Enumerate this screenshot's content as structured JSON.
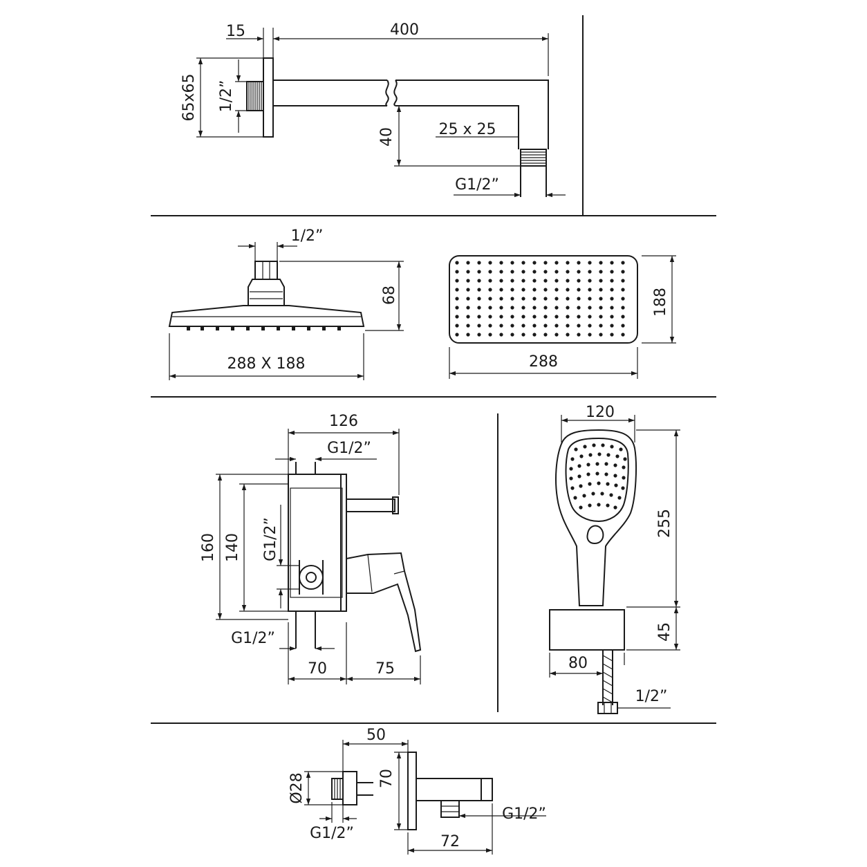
{
  "arm": {
    "flange_thickness": "15",
    "length": "400",
    "flange_size": "65x65",
    "inlet_thread": "1/2”",
    "drop": "40",
    "tube_section": "25 x 25",
    "outlet_thread": "G1/2”"
  },
  "head_side": {
    "connector_thread": "1/2”",
    "height": "68",
    "size": "288 X 188"
  },
  "head_top": {
    "depth": "188",
    "width": "288"
  },
  "mixer": {
    "width": "126",
    "top_thread": "G1/2”",
    "outer_height": "160",
    "inner_height": "140",
    "side_thread": "G1/2”",
    "bottom_thread": "G1/2”",
    "body_depth": "70",
    "lever_reach": "75"
  },
  "handshower": {
    "width": "120",
    "length": "255",
    "holder_height": "45",
    "holder_depth": "80",
    "hose_thread": "1/2”"
  },
  "outlet": {
    "projection": "50",
    "diameter": "Ø28",
    "thread_left": "G1/2”",
    "plate_height": "70",
    "thread_right": "G1/2”",
    "length": "72"
  }
}
